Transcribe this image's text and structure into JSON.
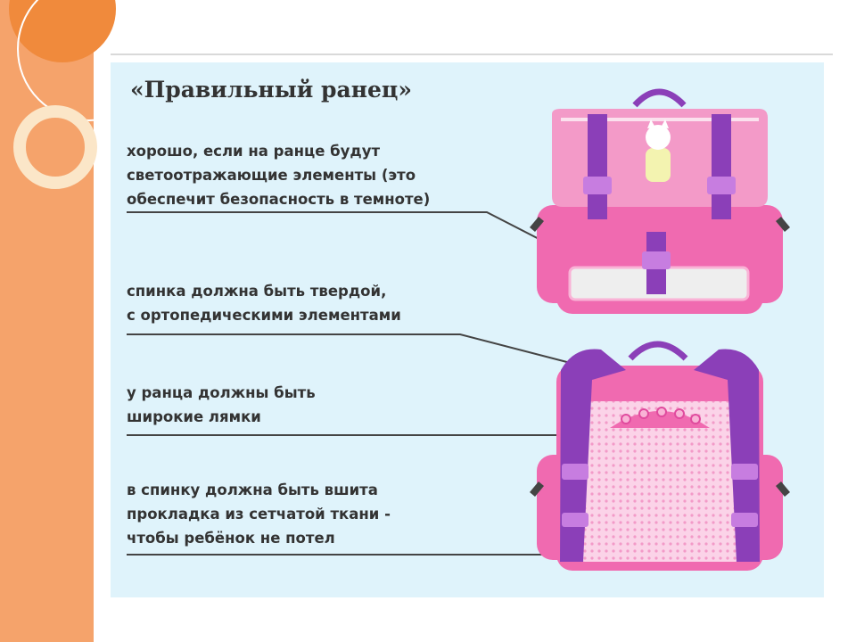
{
  "title": "«Правильный ранец»",
  "notes": [
    {
      "lines": [
        "хорошо, если на ранце будут",
        "светоотражающие элементы (это",
        "обеспечит безопасность в темноте)"
      ]
    },
    {
      "lines": [
        "спинка должна быть твердой,",
        "с ортопедическими элементами"
      ]
    },
    {
      "lines": [
        "у ранца должны быть",
        "широкие лямки"
      ]
    },
    {
      "lines": [
        "в спинку должна быть вшита",
        "прокладка из сетчатой ткани -",
        "чтобы ребёнок не потел"
      ]
    }
  ],
  "colors": {
    "background_band": "#f5a36b",
    "panel": "#dff3fb",
    "bag_pink": "#f06ab0",
    "bag_light_pink": "#f9b3d6",
    "strap_purple": "#8b3fb8",
    "text": "#333333"
  }
}
